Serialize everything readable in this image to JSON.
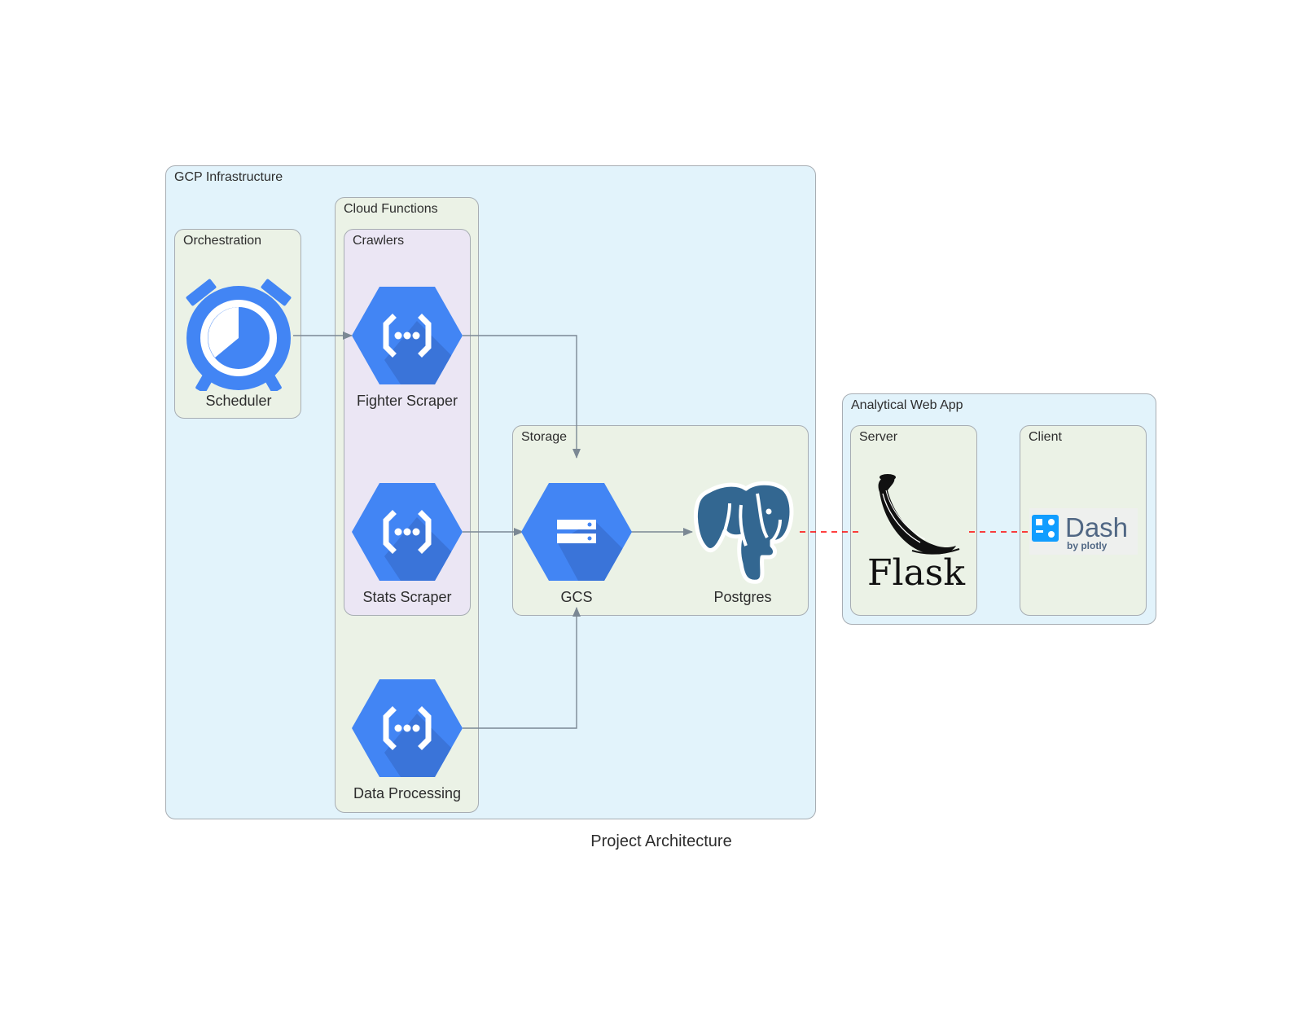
{
  "diagram_title": "Project Architecture",
  "clusters": {
    "gcp": "GCP Infrastructure",
    "orchestration": "Orchestration",
    "cloud_functions": "Cloud Functions",
    "crawlers": "Crawlers",
    "storage": "Storage",
    "web_app": "Analytical Web App",
    "server": "Server",
    "client": "Client"
  },
  "nodes": {
    "scheduler": {
      "label": "Scheduler",
      "icon": "alarm-clock-icon"
    },
    "fighter_scraper": {
      "label": "Fighter Scraper",
      "icon": "cloud-functions-icon"
    },
    "stats_scraper": {
      "label": "Stats Scraper",
      "icon": "cloud-functions-icon"
    },
    "data_processing": {
      "label": "Data Processing",
      "icon": "cloud-functions-icon"
    },
    "gcs": {
      "label": "GCS",
      "icon": "cloud-storage-icon"
    },
    "postgres": {
      "label": "Postgres",
      "icon": "postgres-elephant-icon"
    },
    "flask": {
      "logo_text": "Flask",
      "icon": "flask-horn-icon"
    },
    "dash": {
      "logo_text": "Dash",
      "logo_subtext": "by plotly",
      "icon": "dash-logo-icon"
    }
  },
  "edges": [
    {
      "from": "Scheduler",
      "to": "Fighter Scraper",
      "style": "solid"
    },
    {
      "from": "Fighter Scraper",
      "to": "GCS",
      "style": "solid"
    },
    {
      "from": "Stats Scraper",
      "to": "GCS",
      "style": "solid"
    },
    {
      "from": "Data Processing",
      "to": "GCS",
      "style": "solid"
    },
    {
      "from": "GCS",
      "to": "Postgres",
      "style": "solid"
    },
    {
      "from": "Postgres",
      "to": "Flask",
      "style": "dashed"
    },
    {
      "from": "Flask",
      "to": "Dash",
      "style": "dashed"
    }
  ],
  "colors": {
    "gcp_blue": "#4285f4",
    "gcp_blue_dark": "#3b78e7",
    "edge": "#7b8894",
    "dashed_edge": "#ff0000",
    "postgres": "#336791"
  }
}
